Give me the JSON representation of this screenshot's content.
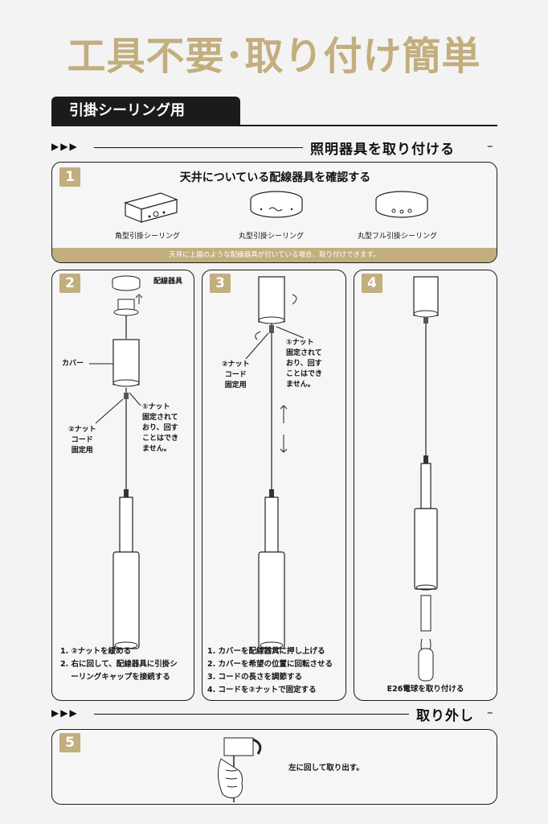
{
  "title": "工具不要･取り付け簡単",
  "tab_label": "引掛シーリング用",
  "section1": {
    "arrows": "▶▶▶",
    "title": "照明器具を取り付ける",
    "tail": "–"
  },
  "panel1": {
    "number": "1",
    "heading": "天井についている配線器具を確認する",
    "items": [
      "角型引掛シーリング",
      "丸型引掛シーリング",
      "丸型フル引掛シーリング"
    ],
    "caption": "天井に上図のような配線器具が付いている場合、取り付けできます。"
  },
  "panel2": {
    "number": "2",
    "label_fixture": "配線器具",
    "label_cover": "カバー",
    "label_nut1": [
      "①ナット",
      "固定されて",
      "おり、回す",
      "ことはでき",
      "ません。"
    ],
    "label_nut2": [
      "②ナット",
      "コード",
      "固定用"
    ],
    "steps": [
      "1. ②ナットを緩める",
      "2. 右に回して、配線器具に引掛シ",
      "    ーリングキャップを接続する"
    ]
  },
  "panel3": {
    "number": "3",
    "label_nut1": [
      "①ナット",
      "固定されて",
      "おり、回す",
      "ことはでき",
      "ません。"
    ],
    "label_nut2": [
      "②ナット",
      "コード",
      "固定用"
    ],
    "steps": [
      "1. カバーを配線器具に押し上げる",
      "2. カバーを希望の位置に回転させる",
      "3. コードの長さを調節する",
      "4. コードを②ナットで固定する"
    ]
  },
  "panel4": {
    "number": "4",
    "caption": "E26電球を取り付ける"
  },
  "section2": {
    "arrows": "▶▶▶",
    "title": "取り外し",
    "tail": "–"
  },
  "panel5": {
    "number": "5",
    "caption": "左に回して取り出す。"
  },
  "colors": {
    "accent": "#c2ae7e",
    "dark": "#1b1b1b",
    "background": "#f3f3f3"
  }
}
